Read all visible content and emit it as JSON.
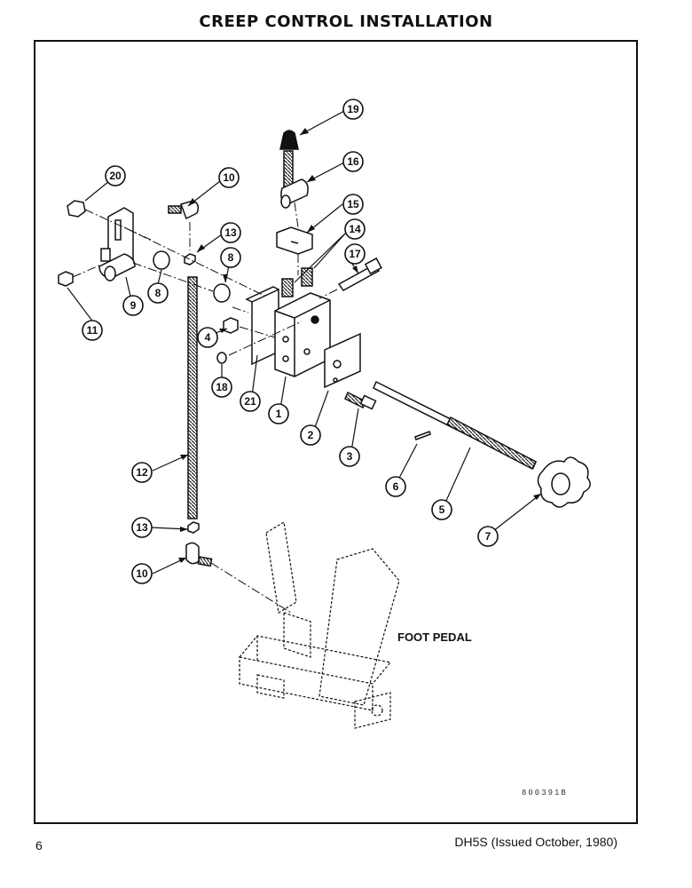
{
  "title": "CREEP CONTROL INSTALLATION",
  "footer": {
    "page_number": "6",
    "doc_ref": "DH5S (Issued October, 1980)"
  },
  "diagram": {
    "foot_pedal_label": "FOOT PEDAL",
    "drawing_code": "800391B",
    "callouts": {
      "c19": "19",
      "c16": "16",
      "c15": "15",
      "c14": "14",
      "c17": "17",
      "c20": "20",
      "c10a": "10",
      "c13a": "13",
      "c8a": "8",
      "c8b": "8",
      "c9": "9",
      "c11": "11",
      "c4": "4",
      "c18": "18",
      "c21": "21",
      "c1": "1",
      "c2": "2",
      "c3": "3",
      "c6": "6",
      "c5": "5",
      "c7": "7",
      "c12": "12",
      "c13b": "13",
      "c10b": "10"
    }
  }
}
